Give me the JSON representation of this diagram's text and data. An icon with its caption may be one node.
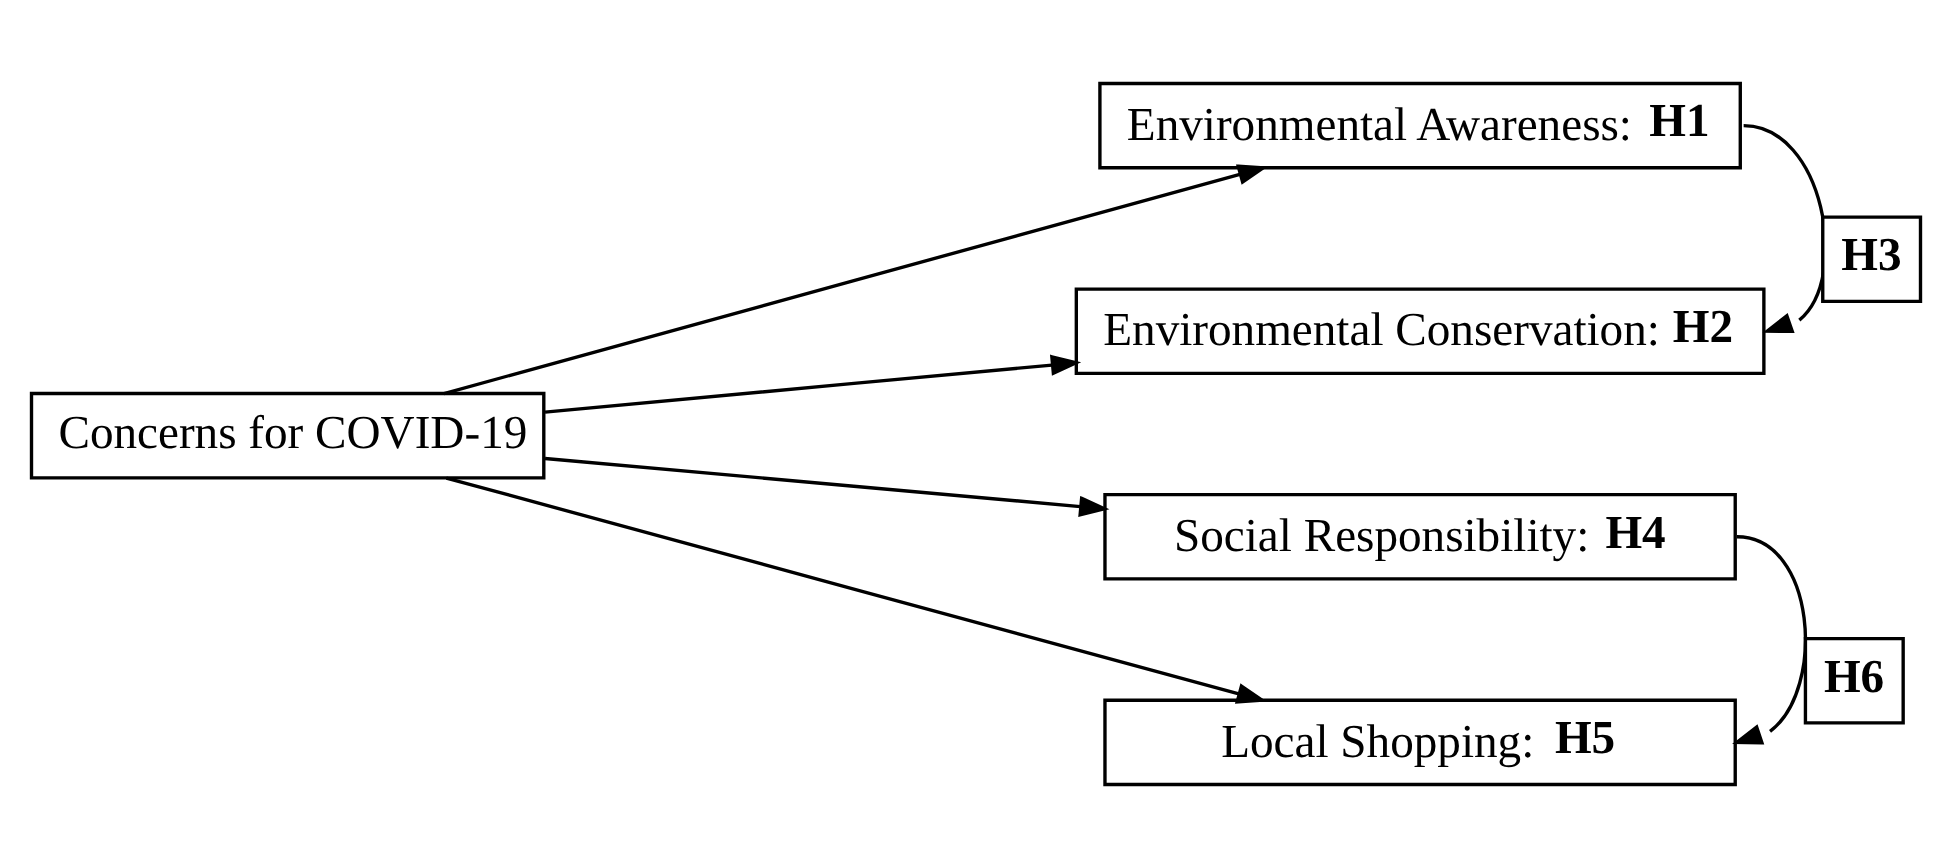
{
  "diagram": {
    "nodes": [
      {
        "text": [
          "Concerns for COVID-19"
        ]
      },
      {
        "text": [
          "Environmental Awareness: **H1**"
        ]
      },
      {
        "text": [
          "Environmental Conservation: **H2**"
        ]
      },
      {
        "text": [
          "Social Responsibility: **H4**"
        ]
      },
      {
        "text": [
          "Local Shopping: **H5**"
        ]
      }
    ],
    "edges": [
      {
        "from": 0,
        "to": 1,
        "arrow": "to"
      },
      {
        "from": 0,
        "to": 2,
        "arrow": "to"
      },
      {
        "from": 0,
        "to": 3,
        "arrow": "to"
      },
      {
        "from": 0,
        "to": 4,
        "arrow": "to"
      },
      {
        "from": 1,
        "to": 2,
        "arrow": "to",
        "label": "**H3**"
      },
      {
        "from": 3,
        "to": 4,
        "arrow": "to",
        "label": "**H6**"
      }
    ]
  }
}
